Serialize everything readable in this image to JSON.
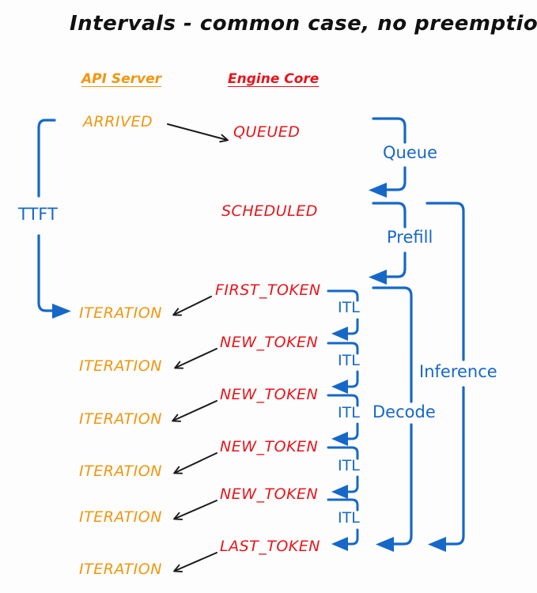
{
  "diagram": {
    "title": "Intervals - common case, no preemptions",
    "background_color": "#fdfdfd",
    "colors": {
      "api_orange": "#F2960D",
      "engine_red": "#E8141B",
      "metric_blue": "#1668C8",
      "arrow_black": "#1b1b1b",
      "title_black": "#111111"
    },
    "columns": [
      {
        "label": "API Server",
        "color": "#F2960D"
      },
      {
        "label": "Engine Core",
        "color": "#E8141B"
      }
    ],
    "api_states": [
      {
        "label": "ARRIVED"
      },
      {
        "label": "ITERATION"
      },
      {
        "label": "ITERATION"
      },
      {
        "label": "ITERATION"
      },
      {
        "label": "ITERATION"
      },
      {
        "label": "ITERATION"
      },
      {
        "label": "ITERATION"
      }
    ],
    "engine_states": [
      {
        "label": "QUEUED"
      },
      {
        "label": "SCHEDULED"
      },
      {
        "label": "FIRST_TOKEN"
      },
      {
        "label": "NEW_TOKEN"
      },
      {
        "label": "NEW_TOKEN"
      },
      {
        "label": "NEW_TOKEN"
      },
      {
        "label": "NEW_TOKEN"
      },
      {
        "label": "LAST_TOKEN"
      }
    ],
    "metrics": [
      {
        "label": "TTFT",
        "side": "left"
      },
      {
        "label": "Queue",
        "side": "right"
      },
      {
        "label": "Prefill",
        "side": "right"
      },
      {
        "label": "Decode",
        "side": "right"
      },
      {
        "label": "Inference",
        "side": "right"
      }
    ],
    "itl_labels": [
      {
        "label": "ITL"
      },
      {
        "label": "ITL"
      },
      {
        "label": "ITL"
      },
      {
        "label": "ITL"
      },
      {
        "label": "ITL"
      }
    ]
  }
}
